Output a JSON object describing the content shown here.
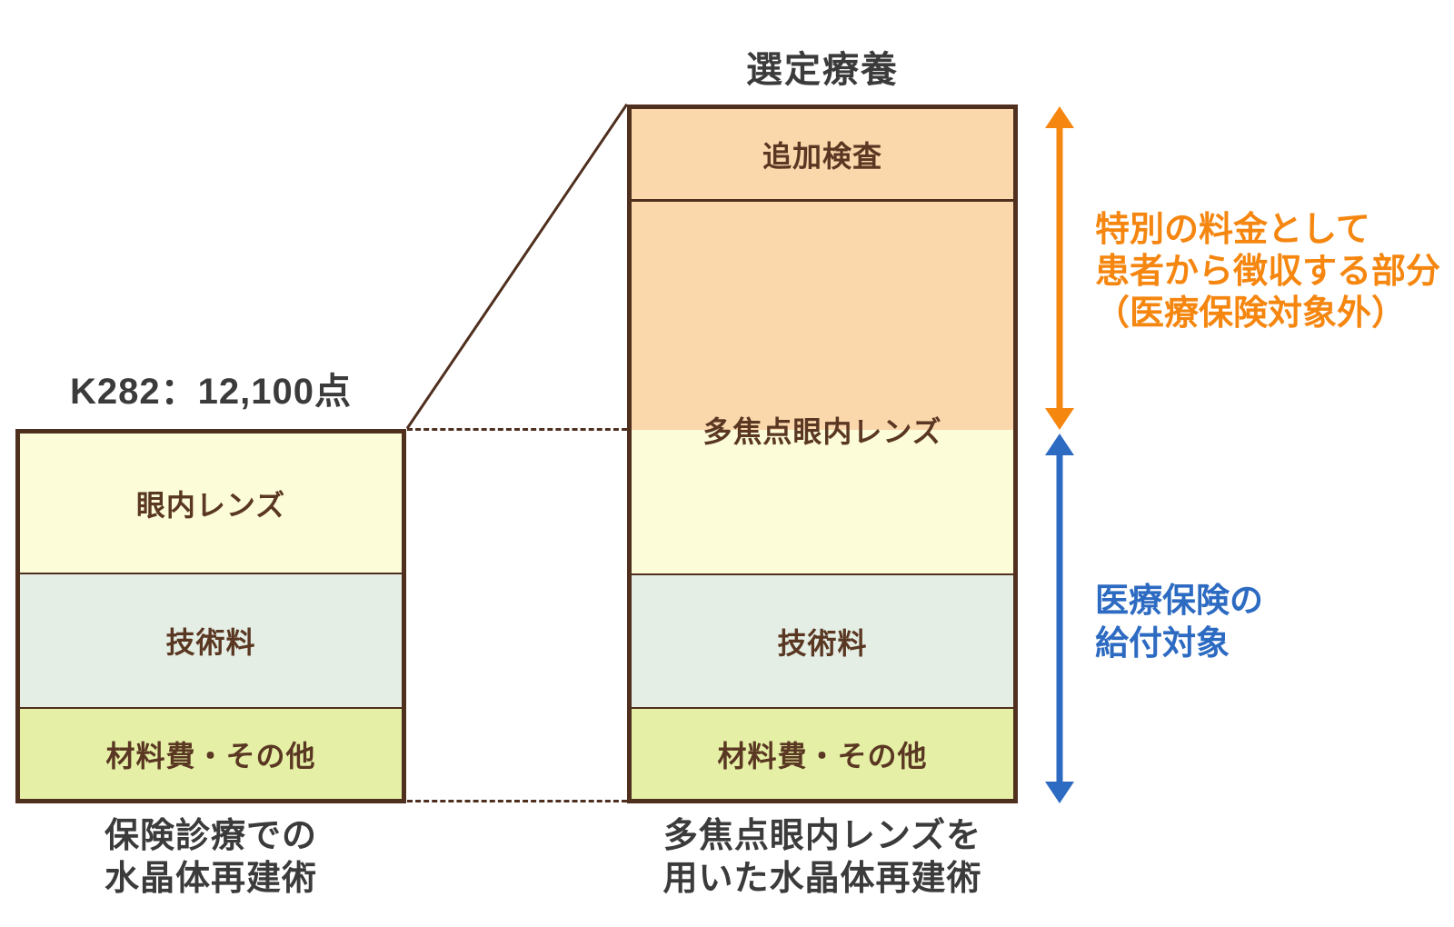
{
  "right_chart": {
    "title": "選定療養",
    "segments": [
      {
        "label": "追加検査",
        "color": "#FBD7AC"
      },
      {
        "label": "多焦点眼内レンズ",
        "color": "#FBD7AC"
      },
      {
        "label": "",
        "color": "#FCFCD8"
      },
      {
        "label": "技術料",
        "color": "#E4EEE4"
      },
      {
        "label": "材料費・その他",
        "color": "#E5F0A6"
      }
    ],
    "bottom_caption": [
      "多焦点眼内レンズを",
      "用いた水晶体再建術"
    ]
  },
  "left_chart": {
    "caption_top": "K282：12,100点",
    "segments": [
      {
        "label": "眼内レンズ",
        "color": "#FCFCD8"
      },
      {
        "label": "技術料",
        "color": "#E4EEE4"
      },
      {
        "label": "材料費・その他",
        "color": "#E5F0A6"
      }
    ],
    "bottom_caption": [
      "保険診療での",
      "水晶体再建術"
    ]
  },
  "annotations": {
    "special_fee": {
      "lines": [
        "特別の料金として",
        "患者から徴収する部分",
        "（医療保険対象外）"
      ],
      "color": "#F5860F"
    },
    "insurance_coverage": {
      "lines": [
        "医療保険の",
        "給付対象"
      ],
      "color": "#2D6BC2"
    }
  },
  "colors": {
    "bar_border_brown": "#4F2F1E",
    "segment_text_brown": "#5A3722",
    "heading_text_dark": "#3B3B3B",
    "accent_orange": "#F5860F",
    "accent_blue": "#2D6BC2",
    "fill_peach": "#FBD7AC",
    "fill_pale_yellow": "#FCFCD8",
    "fill_pale_green": "#E4EEE4",
    "fill_yellow_green": "#E5F0A6"
  }
}
